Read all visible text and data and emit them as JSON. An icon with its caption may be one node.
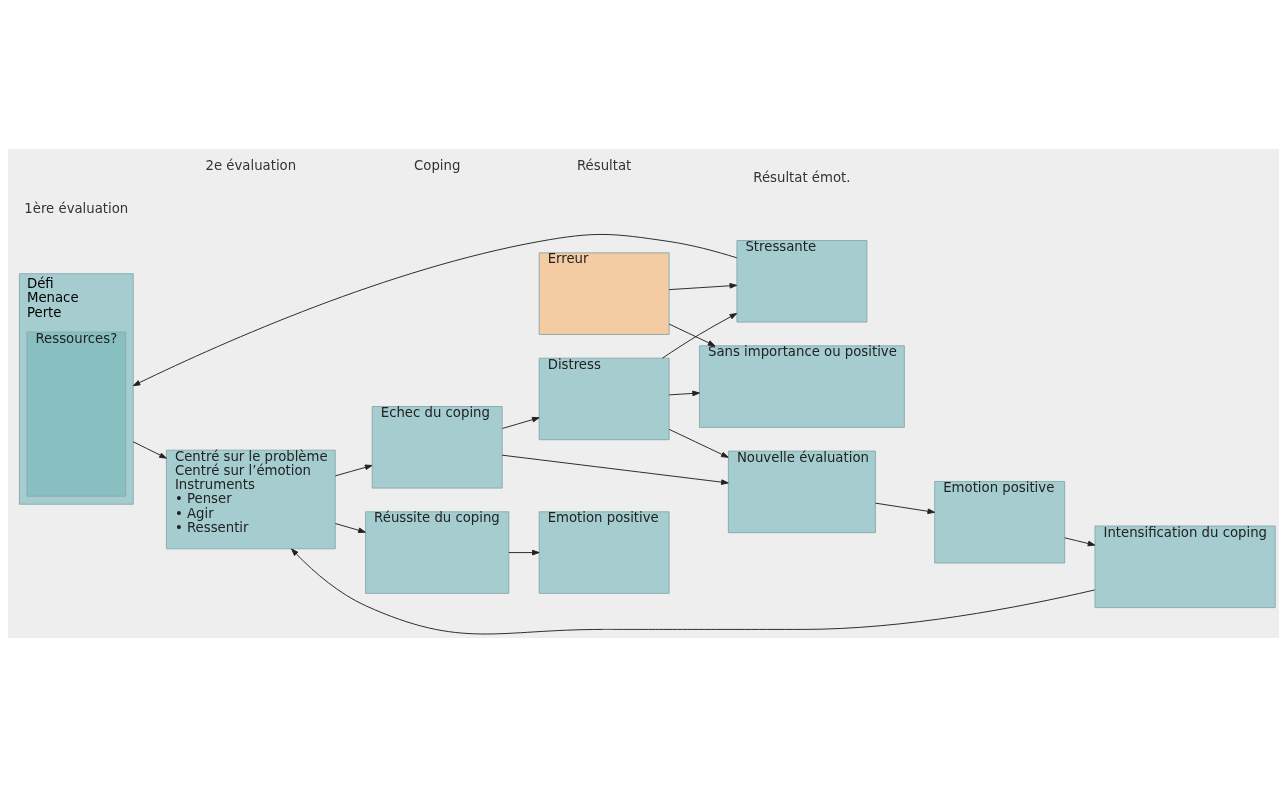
{
  "diagram": {
    "nodes": [
      {
        "text": [
          "Erreur"
        ]
      },
      {
        "text": [
          "Stressante"
        ]
      },
      {
        "text": [
          "Sans importance ou positive"
        ]
      },
      {
        "text": [
          "Défi",
          "Menace",
          "Perte"
        ]
      },
      {
        "text": [
          "Ressources?"
        ],
        "in": 3
      },
      {
        "text": [
          "Centré sur le problème",
          "Centré sur l’émotion",
          "Instruments",
          "• Penser",
          "• Agir",
          "• Ressentir"
        ]
      },
      {
        "text": [
          "Réussite du coping"
        ]
      },
      {
        "text": [
          "Emotion positive"
        ]
      },
      {
        "text": [
          "Echec du coping"
        ]
      },
      {
        "text": [
          "Distress"
        ]
      },
      {
        "text": [
          "Nouvelle évaluation"
        ]
      },
      {
        "text": [
          "Emotion positive"
        ]
      },
      {
        "text": [
          "Intensification du coping"
        ]
      }
    ],
    "edges": [
      {
        "from": 0,
        "to": 1,
        "arrow": "to"
      },
      {
        "from": 0,
        "to": 2,
        "arrow": "to"
      },
      {
        "from": 1,
        "to": 3,
        "arrow": "to"
      },
      {
        "from": 3,
        "to": 5,
        "arrow": "to"
      },
      {
        "from": 5,
        "to": 6,
        "arrow": "to"
      },
      {
        "from": 6,
        "to": 7,
        "arrow": "to"
      },
      {
        "from": 5,
        "to": 8,
        "arrow": "to"
      },
      {
        "from": 8,
        "to": 9,
        "arrow": "to"
      },
      {
        "from": 9,
        "to": 10,
        "arrow": "to"
      },
      {
        "from": 8,
        "to": 10,
        "arrow": "to"
      },
      {
        "from": 10,
        "to": 11,
        "arrow": "to"
      },
      {
        "from": 11,
        "to": 12,
        "arrow": "to"
      },
      {
        "from": 12,
        "to": 5,
        "arrow": "to"
      },
      {
        "from": 9,
        "to": 1,
        "arrow": "to"
      },
      {
        "from": 9,
        "to": 2,
        "arrow": "to"
      }
    ],
    "labels": [
      "1ère évaluation",
      "2e évaluation",
      "Coping",
      "Résultat",
      "Résultat émot."
    ]
  }
}
